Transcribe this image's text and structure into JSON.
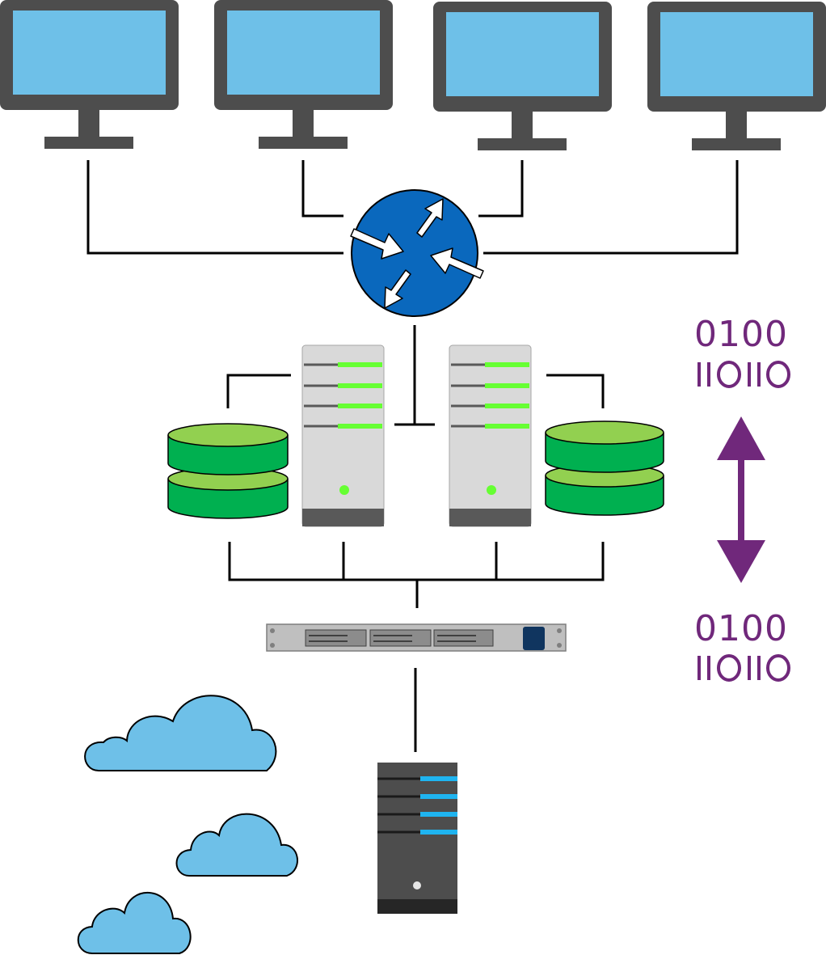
{
  "colors": {
    "monitor_frame": "#4d4d4d",
    "monitor_screen": "#6ec0e8",
    "router_fill": "#0a68bd",
    "storage_green": "#00b050",
    "storage_top": "#92d050",
    "server_body": "#d9d9d9",
    "server_led": "#66ff33",
    "tower_body": "#4d4d4d",
    "tower_led": "#1fb4f0",
    "switch_navy": "#10355f",
    "cloud_fill": "#6ec0e8",
    "binary_purple": "#70287b",
    "line": "#000000"
  },
  "icons": {
    "monitors": [
      "monitor-icon",
      "monitor-icon",
      "monitor-icon",
      "monitor-icon"
    ],
    "router": "router-icon",
    "servers": [
      "rack-server-icon",
      "rack-server-icon"
    ],
    "storage": [
      "database-icon",
      "database-icon"
    ],
    "switch": "network-switch-icon",
    "tower": "tower-server-icon",
    "clouds": [
      "cloud-icon",
      "cloud-icon",
      "cloud-icon"
    ],
    "arrow": "double-arrow-icon"
  },
  "binary": {
    "top_line1": "0100",
    "top_line2": "11011 0",
    "bottom_line1": "0100",
    "bottom_line2": "11011 0"
  }
}
